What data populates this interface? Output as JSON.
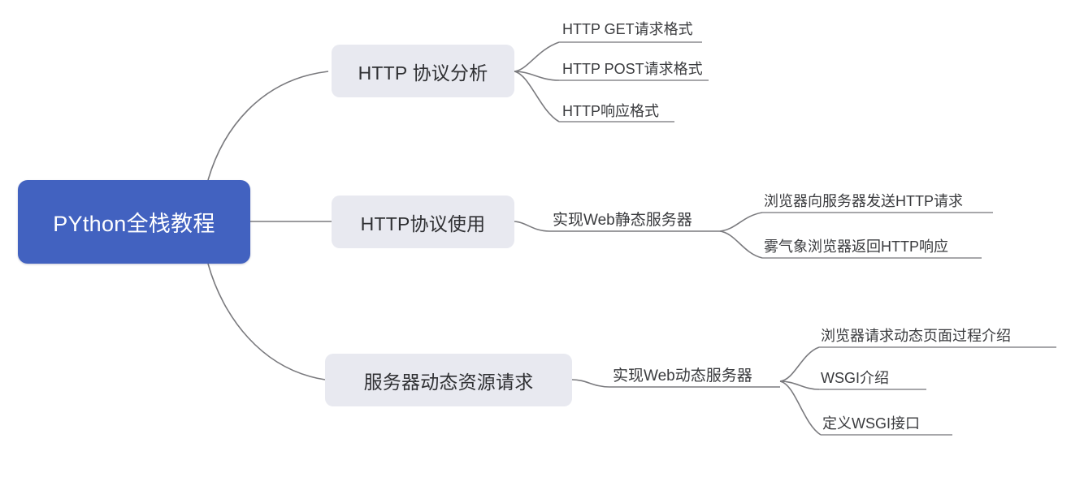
{
  "diagram": {
    "type": "mind-map",
    "title": "PYthon全栈教程",
    "colors": {
      "background": "#ffffff",
      "root_fill": "#4262c0",
      "root_text": "#ffffff",
      "branch_fill": "#e8e9f0",
      "branch_text": "#2f3033",
      "leaf_text": "#3a3b3e",
      "connector": "#7a7a7e"
    }
  },
  "root": {
    "label": "PYthon全栈教程"
  },
  "branches": [
    {
      "label": "HTTP 协议分析",
      "children": [
        {
          "label": "HTTP GET请求格式"
        },
        {
          "label": "HTTP POST请求格式"
        },
        {
          "label": "HTTP响应格式"
        }
      ]
    },
    {
      "label": "HTTP协议使用",
      "mid": {
        "label": "实现Web静态服务器"
      },
      "children": [
        {
          "label": "浏览器向服务器发送HTTP请求"
        },
        {
          "label": "雾气象浏览器返回HTTP响应"
        }
      ]
    },
    {
      "label": "服务器动态资源请求",
      "mid": {
        "label": "实现Web动态服务器"
      },
      "children": [
        {
          "label": "浏览器请求动态页面过程介绍"
        },
        {
          "label": "WSGI介绍"
        },
        {
          "label": "定义WSGI接口"
        }
      ]
    }
  ]
}
